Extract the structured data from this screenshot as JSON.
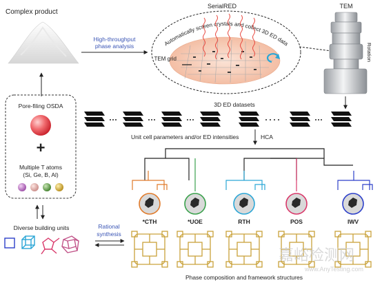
{
  "labels": {
    "complex_product": "Complex product",
    "serialred": "SerialRED",
    "tem": "TEM",
    "high_throughput_line1": "High-throughput",
    "high_throughput_line2": "phase analysis",
    "auto_screen": "Automatically screen crystals and collect 3D ED data",
    "tem_grid": "TEM grid",
    "rotation": "Rotation",
    "datasets": "3D ED datasets",
    "unit_cell": "Unit cell parameters and/or ED intensities",
    "hca": "HCA",
    "osda": "Pore-filing OSDA",
    "plus": "+",
    "multiple_t_line1": "Multiple T atoms",
    "multiple_t_line2": "(Si, Ge, B, Al)",
    "diverse": "Diverse building units",
    "rational_line1": "Rational",
    "rational_line2": "synthesis",
    "phase_composition": "Phase composition and framework structures",
    "watermark_cn": "嘉峪检测网",
    "watermark_en": "www.AnyTesting.com"
  },
  "phases": [
    {
      "label": "*CTH",
      "color": "#e07a2a"
    },
    {
      "label": "*UOE",
      "color": "#3aa14c"
    },
    {
      "label": "RTH",
      "color": "#2aa6d6"
    },
    {
      "label": "POS",
      "color": "#d9386a"
    },
    {
      "label": "IWV",
      "color": "#2c3fc9"
    }
  ],
  "colors": {
    "accent_blue": "#3a55b5",
    "framework_gold": "#c9a23a",
    "red_beam": "#e8453c",
    "osda_sphere": "#e8434a"
  }
}
